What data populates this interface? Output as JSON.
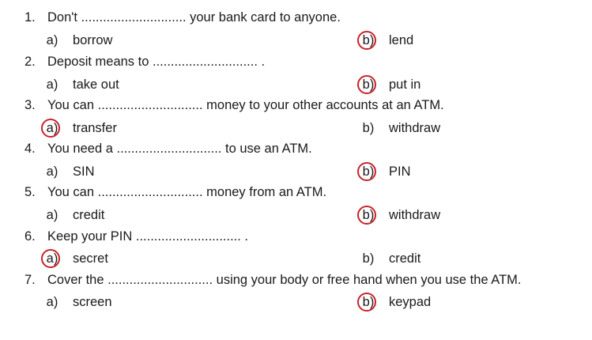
{
  "questions": [
    {
      "number": "1.",
      "text": "Don't ............................. your bank card to anyone.",
      "options": [
        {
          "letter": "a)",
          "text": "borrow",
          "circled": false
        },
        {
          "letter": "b)",
          "text": "lend",
          "circled": true
        }
      ]
    },
    {
      "number": "2.",
      "text": "Deposit means to ............................. .",
      "options": [
        {
          "letter": "a)",
          "text": "take out",
          "circled": false
        },
        {
          "letter": "b)",
          "text": "put in",
          "circled": true
        }
      ]
    },
    {
      "number": "3.",
      "text": "You can ............................. money to your other accounts at an ATM.",
      "options": [
        {
          "letter": "a)",
          "text": "transfer",
          "circled": true
        },
        {
          "letter": "b)",
          "text": "withdraw",
          "circled": false
        }
      ]
    },
    {
      "number": "4.",
      "text": "You need a ............................. to use an ATM.",
      "options": [
        {
          "letter": "a)",
          "text": "SIN",
          "circled": false
        },
        {
          "letter": "b)",
          "text": "PIN",
          "circled": true
        }
      ]
    },
    {
      "number": "5.",
      "text": "You can ............................. money from an ATM.",
      "options": [
        {
          "letter": "a)",
          "text": "credit",
          "circled": false
        },
        {
          "letter": "b)",
          "text": "withdraw",
          "circled": true
        }
      ]
    },
    {
      "number": "6.",
      "text": "Keep your PIN ............................. .",
      "options": [
        {
          "letter": "a)",
          "text": "secret",
          "circled": true
        },
        {
          "letter": "b)",
          "text": "credit",
          "circled": false
        }
      ]
    },
    {
      "number": "7.",
      "text": "Cover the ............................. using your body or free hand when you use the ATM.",
      "options": [
        {
          "letter": "a)",
          "text": "screen",
          "circled": false
        },
        {
          "letter": "b)",
          "text": "keypad",
          "circled": true
        }
      ]
    }
  ],
  "colors": {
    "circle": "#c8232a",
    "text": "#1a1a1a"
  }
}
